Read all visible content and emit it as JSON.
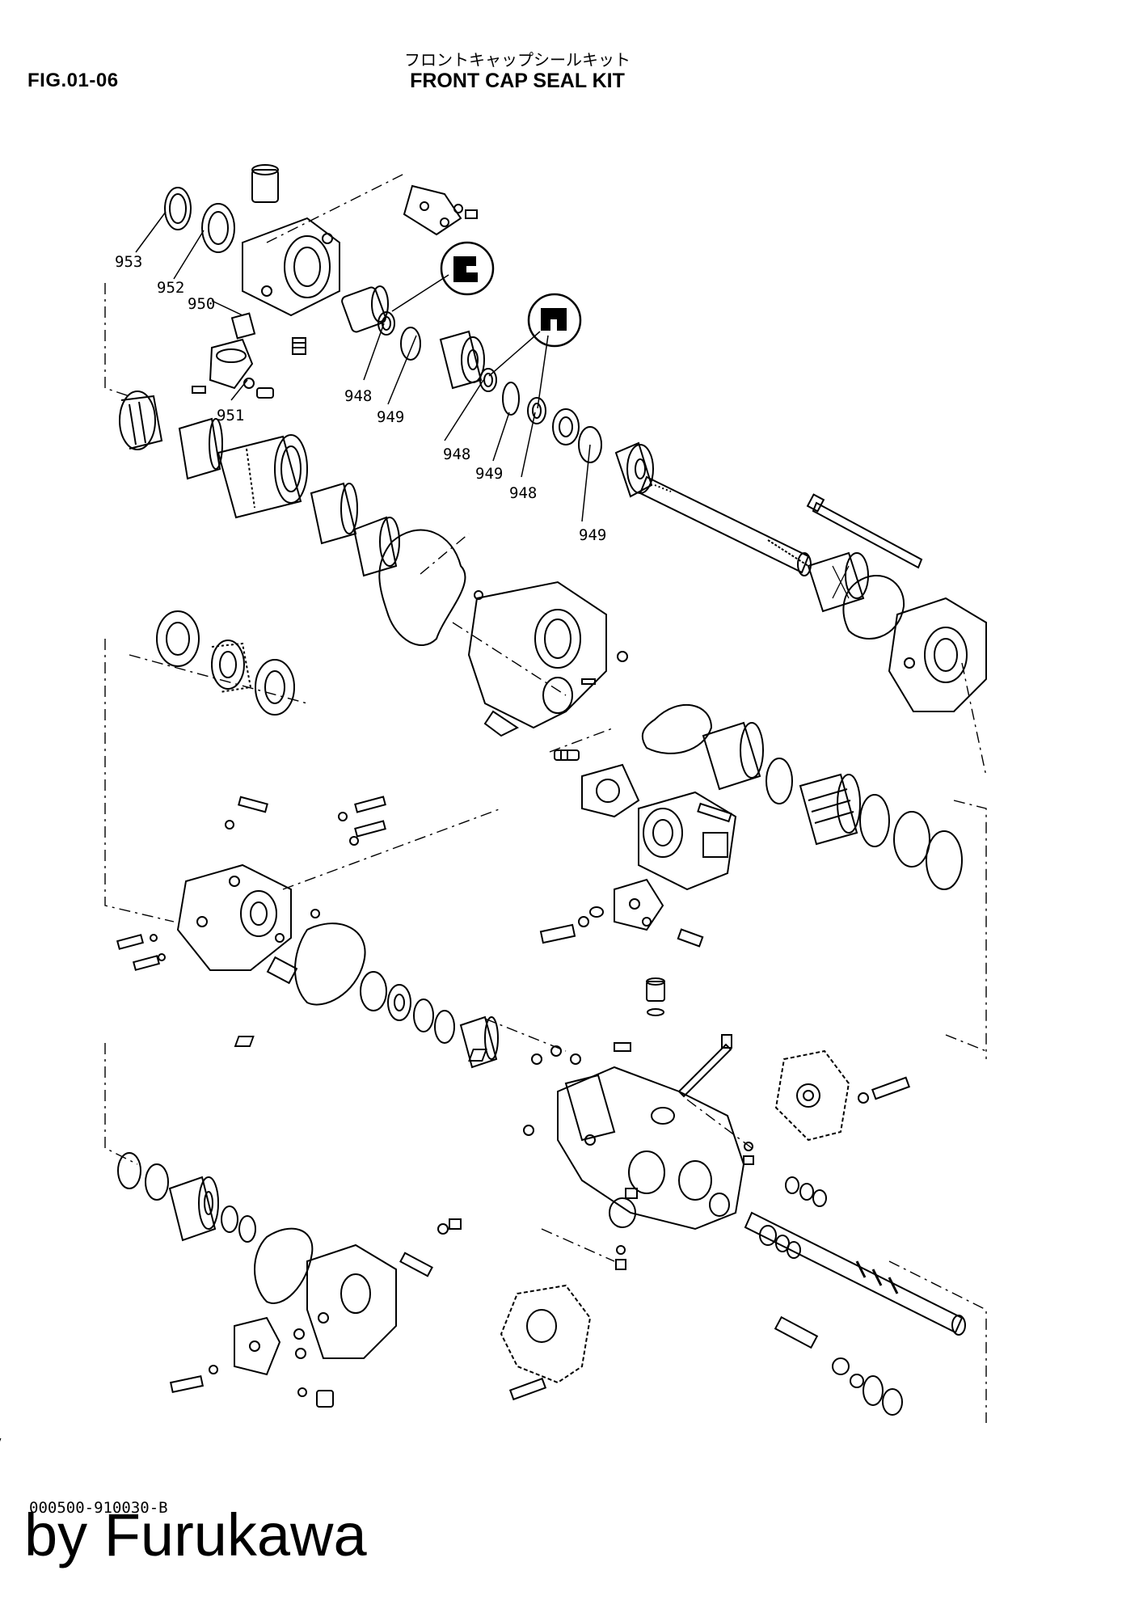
{
  "header": {
    "figure_id": "FIG.01-06",
    "title_jp": "フロントキャップシールキット",
    "title_en": "FRONT CAP SEAL KIT"
  },
  "callouts": [
    "953",
    "952",
    "950",
    "951",
    "948",
    "949",
    "948",
    "949",
    "948",
    "949"
  ],
  "footer": {
    "doc_number": "000500-910030-B",
    "watermark": "by Furukawa"
  }
}
